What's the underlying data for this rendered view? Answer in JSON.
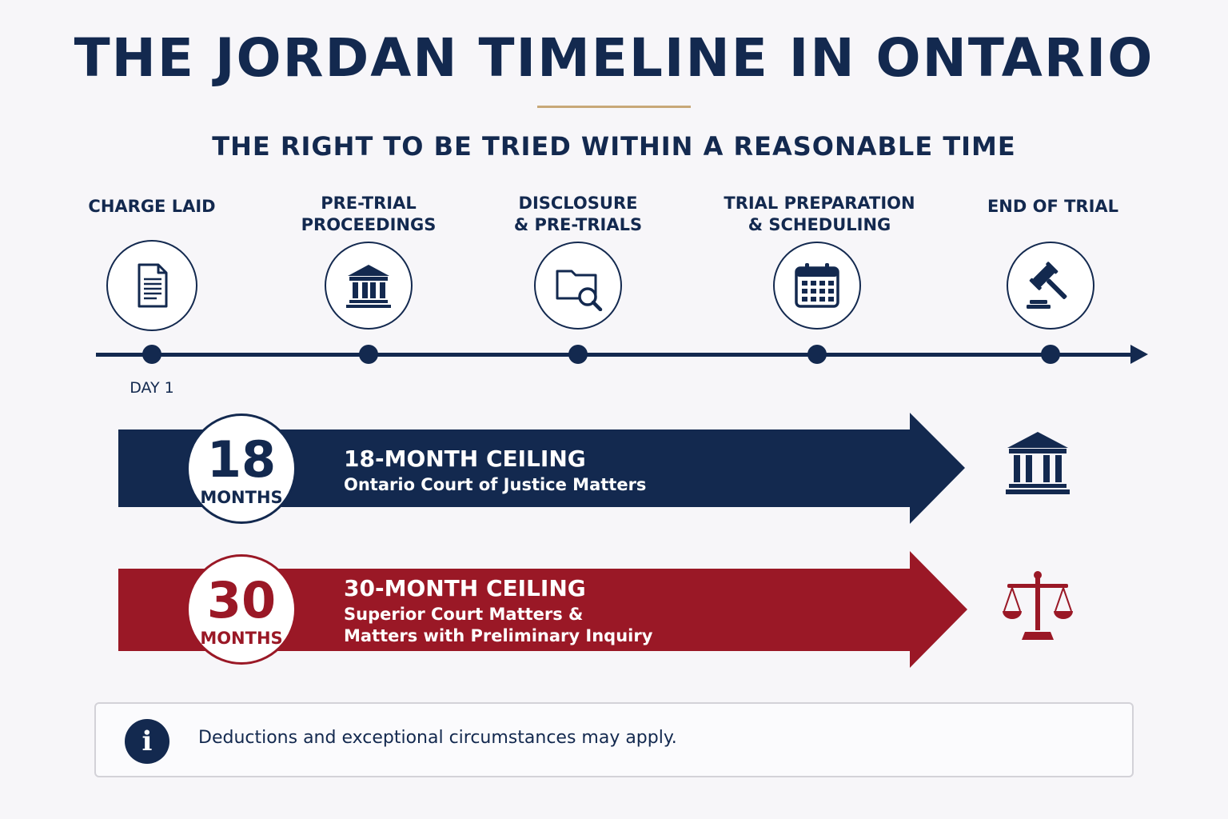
{
  "header": {
    "title": "THE JORDAN TIMELINE IN ONTARIO",
    "subtitle": "THE RIGHT TO BE TRIED WITHIN A REASONABLE TIME"
  },
  "timeline": {
    "steps": [
      {
        "label": "CHARGE LAID",
        "icon": "document-icon"
      },
      {
        "label": "PRE-TRIAL\nPROCEEDINGS",
        "icon": "courthouse-icon"
      },
      {
        "label": "DISCLOSURE\n& PRE-TRIALS",
        "icon": "folder-search-icon"
      },
      {
        "label": "TRIAL PREPARATION\n& SCHEDULING",
        "icon": "calendar-icon"
      },
      {
        "label": "END OF TRIAL",
        "icon": "gavel-icon"
      }
    ],
    "start_label": "DAY 1"
  },
  "ceilings": [
    {
      "number": "18",
      "unit": "MONTHS",
      "heading": "18-MONTH CEILING",
      "description": "Ontario Court of Justice Matters",
      "color": "#13294f",
      "icon": "courthouse-icon"
    },
    {
      "number": "30",
      "unit": "MONTHS",
      "heading": "30-MONTH CEILING",
      "description": "Superior Court Matters &\nMatters with Preliminary Inquiry",
      "color": "#9a1826",
      "icon": "scales-of-justice-icon"
    }
  ],
  "note": {
    "icon": "info-icon",
    "glyph": "i",
    "text": "Deductions and exceptional circumstances may apply."
  },
  "colors": {
    "navy": "#13294f",
    "red": "#9a1826",
    "gold": "#c8a878"
  }
}
